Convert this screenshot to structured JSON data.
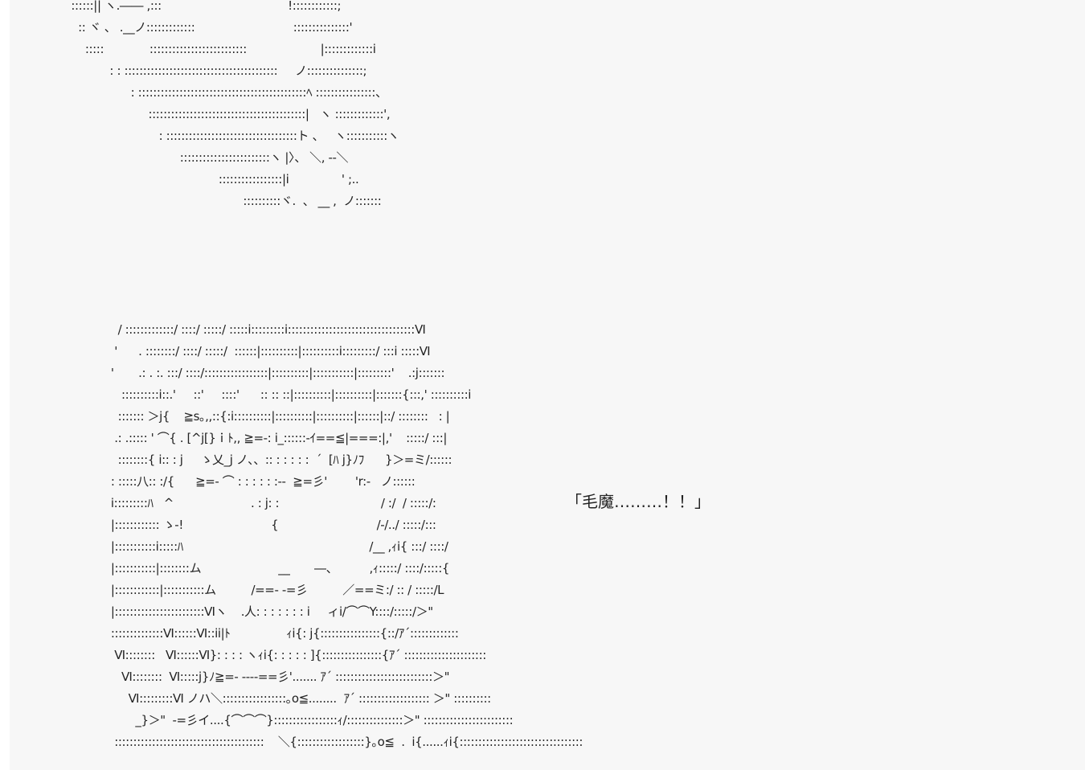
{
  "art_top": [
    " ::::::|| ヽ.―― ,:::                                    !::::::::::::;",
    "   :: ヾ 、 .__ノ:::::::::::::                            :::::::::::::::'",
    "     :::::             ::::::::::::::::::::::::::                     |:::::::::::::i",
    "            : : :::::::::::::::::::::::::::::::::::::::::     ノ:::::::::::::::;",
    "                  : :::::::::::::::::::::::::::::::::::::::::::::ﾍ ::::::::::::::::、",
    "                       ::::::::::::::::::::::::::::::::::::::::::|   ヽ :::::::::::::',",
    "                          : :::::::::::::::::::::::::::::::::::ト 、   ヽ:::::::::::ヽ",
    "                                ::::::::::::::::::::::::ヽ |〉、 ＼, ‐‐＼",
    "                                           :::::::::::::::::|i               ' ;..",
    "                                                  ::::::::::ヾ.  、 __ ,  ノ:::::::"
  ],
  "art_bottom": [
    "       / :::::::::::::/ ::::/ :::::/ :::::i:::::::::i::::::::::::::::::::::::::::::::::Ⅵ",
    "      '      . ::::::::/ ::::/ :::::/  ::::::|::::::::::|::::::::::i:::::::::/ :::i :::::Ⅵ",
    "     '       .: . :. :::/ ::::/:::::::::::::::::|::::::::::|:::::::::::|:::::::::'    .:j:::::::",
    "        ::::::::::i::.'     ::'     ::::'      :: :: ::|::::::::::|::::::::::|:::::::{:::,' ::::::::::i",
    "       ::::::: ＞j{    ≧s｡,,::{:i::::::::::|::::::::::|::::::::::|::::::|::/ ::::::::   : |",
    "      .: .::::: ' ⌒{ . [^j[}ｉﾄ,, ≧=‐: i_::::::‐ｲ==≦|===:|,'    :::::/ :::|",
    "       ::::::::{ i:: : j     ゝ乂_j ノ、、:: : : : : :  ´  [ﾊ j}ﾉﾌ      }＞=ミ/::::::",
    "     : :::::八:: :/{      ≧=‐ ⌒ : : : : : :‐‐  ≧=彡'        'r:‐   ノ::::::",
    "     i:::::::::ﾊ   ^                      . : j: :                             / :/  / :::::/:",
    "     |:::::::::::: ゝ‐!                         {                            /‐/../ :::::/:::",
    "     |:::::::::::i:::::ﾊ                                                     /__ ,ｨi{ :::/ ::::/",
    "     |:::::::::::|::::::::ム                      __       ―、         ,ｨ:::::/ ::::/:::::{",
    "     |::::::::::::|:::::::::::ム          /==‐ ‐=彡          ／==ミ:/ :: / :::::/L",
    "     |::::::::::::::::::::::::Ⅵヽ    .人: : : : : : : i     ィi/⌒⌒Y::::/:::::/＞\"",
    "     ::::::::::::::Ⅵ::::::Ⅵ::ii|ﾄ                ｨi{: j{::::::::::::::::{::/ｱ´:::::::::::::",
    "      Ⅵ::::::::   Ⅵ::::::Ⅵ}: : : : ヽｨi{: : : : : ]{::::::::::::::::{ｱ´ ::::::::::::::::::::::",
    "        Ⅵ::::::::  Ⅵ:::::j}ﾉ≧=‐ ‐‐‐‐==彡'....... ｱ´ ::::::::::::::::::::::::::＞\"",
    "          Ⅵ:::::::::Ⅵ ノハ＼:::::::::::::::::｡o≦........  ｱ´ ::::::::::::::::::: ＞\" ::::::::::",
    "            _}＞\"  ‐=彡イ....{⌒⌒⌒}:::::::::::::::::ｨ/:::::::::::::::＞\" ::::::::::::::::::::::::",
    "      ::::::::::::::::::::::::::::::::::::::::    ＼{::::::::::::::::::}｡o≦  .  i{......ｨi{:::::::::::::::::::::::::::::::::"
  ],
  "dialogue": "「毛魔………！！」"
}
